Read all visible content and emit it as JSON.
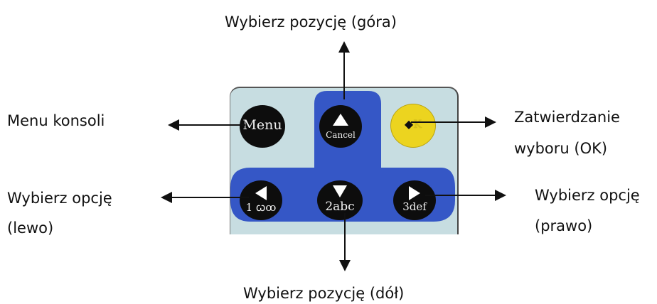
{
  "labels": {
    "top": "Wybierz pozycję (góra)",
    "menu": "Menu konsoli",
    "ok_line1": "Zatwierdzanie",
    "ok_line2": "wyboru (OK)",
    "left_line1": "Wybierz opcję",
    "left_line2": "(lewo)",
    "right_line1": "Wybierz opcję",
    "right_line2": "(prawo)",
    "bottom": "Wybierz pozycję (dół)"
  },
  "buttons": {
    "menu": "Menu",
    "cancel": "Cancel",
    "ok_symbol": "◆",
    "ok_letter": "K",
    "left_key": "1 ꞷꝏ",
    "down_key": "2abc",
    "right_key": "3def"
  },
  "colors": {
    "panel": "#c7dde1",
    "blue_keypad": "#3557c6",
    "button_black": "#0d0d0d",
    "ok_yellow": "#ecd41f",
    "text": "#111111"
  },
  "icons": {
    "arrow": "arrow-icon",
    "triangle_up": "triangle-up-icon",
    "triangle_down": "triangle-down-icon",
    "triangle_left": "triangle-left-icon",
    "triangle_right": "triangle-right-icon"
  }
}
